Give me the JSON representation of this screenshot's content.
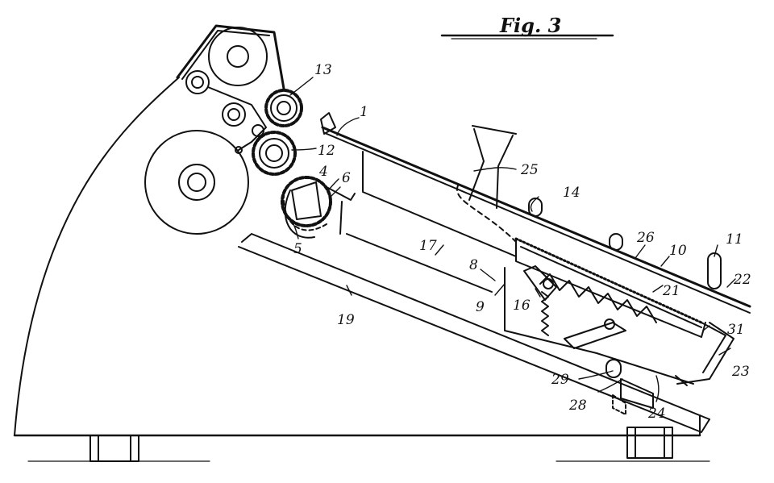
{
  "figure": {
    "title": "Fig. 3",
    "colors": {
      "ink": "#111111",
      "paper": "#ffffff"
    },
    "labels": [
      {
        "id": "1",
        "text": "1"
      },
      {
        "id": "4",
        "text": "4"
      },
      {
        "id": "5",
        "text": "5"
      },
      {
        "id": "6",
        "text": "6"
      },
      {
        "id": "8",
        "text": "8"
      },
      {
        "id": "9",
        "text": "9"
      },
      {
        "id": "10",
        "text": "10"
      },
      {
        "id": "11",
        "text": "11"
      },
      {
        "id": "12",
        "text": "12"
      },
      {
        "id": "13",
        "text": "13"
      },
      {
        "id": "14",
        "text": "14"
      },
      {
        "id": "16",
        "text": "16"
      },
      {
        "id": "17",
        "text": "17"
      },
      {
        "id": "19",
        "text": "19"
      },
      {
        "id": "21",
        "text": "21"
      },
      {
        "id": "22",
        "text": "22"
      },
      {
        "id": "23",
        "text": "23"
      },
      {
        "id": "24",
        "text": "24"
      },
      {
        "id": "25",
        "text": "25"
      },
      {
        "id": "26",
        "text": "26"
      },
      {
        "id": "28",
        "text": "28"
      },
      {
        "id": "29",
        "text": "29"
      },
      {
        "id": "31",
        "text": "31"
      }
    ]
  }
}
